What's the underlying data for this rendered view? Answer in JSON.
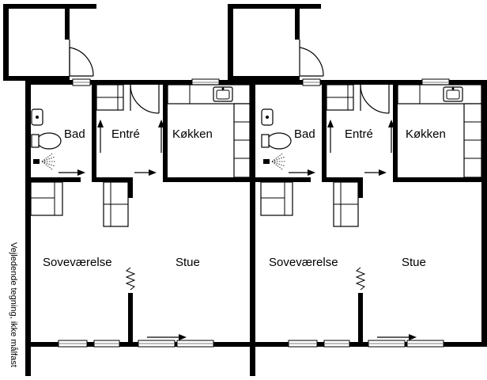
{
  "plan": {
    "side_note": "Vejledende tegning, ikke målfast",
    "rooms": {
      "bathroom": "Bad",
      "entrance": "Entré",
      "kitchen": "Køkken",
      "bedroom": "Soveværelse",
      "living": "Stue"
    },
    "units": 2,
    "colors": {
      "wall": "#000000",
      "line": "#000000",
      "paper": "#ffffff",
      "window": "#7a7a7a"
    },
    "icons": [
      "door-swing-icon",
      "toilet-icon",
      "sink-icon",
      "shower-icon",
      "wardrobe-icon",
      "radiator-icon",
      "kitchen-sink-icon",
      "arrow-icon"
    ]
  }
}
